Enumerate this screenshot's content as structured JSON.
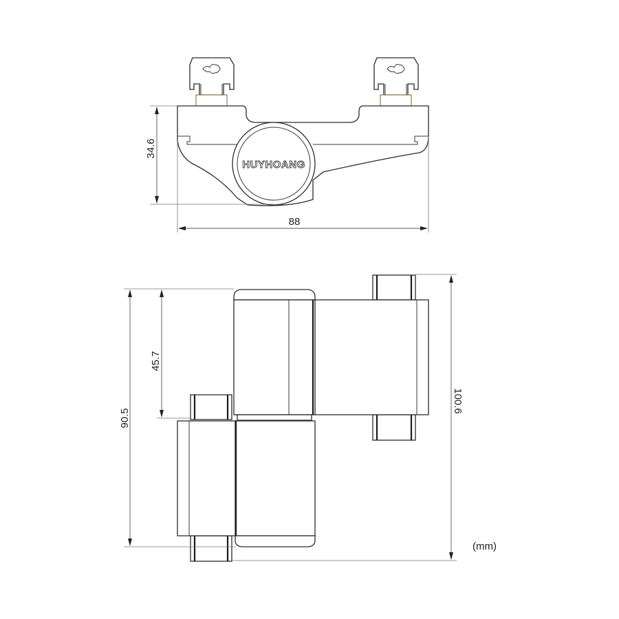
{
  "drawing": {
    "brand_label": "HUYHOANG",
    "units_label": "(mm)",
    "accent_colors": {
      "line": "#2a2a2a",
      "dimension_line": "#555555",
      "bronze_bushing": "#9a7a4a"
    }
  },
  "top_view": {
    "dimensions": {
      "height": "34.6",
      "width": "88"
    }
  },
  "front_view": {
    "dimensions": {
      "upper_leaf_height": "45.7",
      "lower_total_height": "90.5",
      "overall_height": "100.6"
    }
  }
}
